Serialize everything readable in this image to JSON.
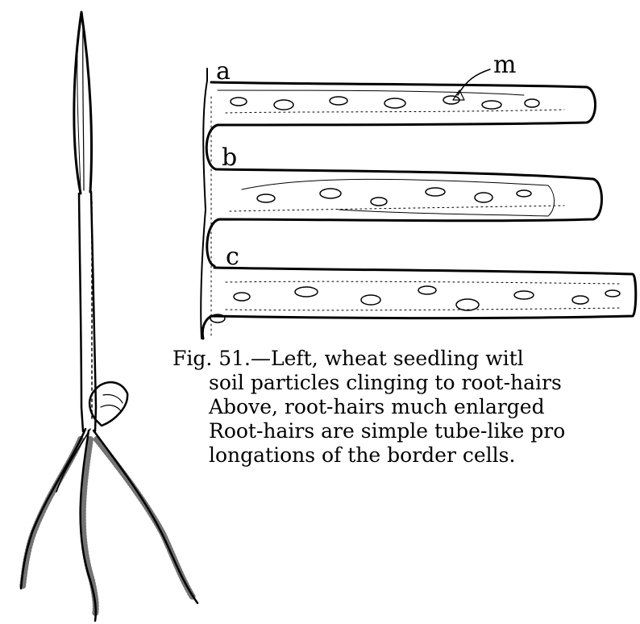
{
  "figure": {
    "labels": {
      "a": "a",
      "b": "b",
      "c": "c",
      "m": "m"
    },
    "caption_lines": [
      "Fig. 51.—Left, wheat seedling witl",
      "soil particles clinging to root-hairs",
      "Above, root-hairs much enlarged",
      "Root-hairs are simple tube-like pro",
      "longations of the border cells."
    ]
  }
}
